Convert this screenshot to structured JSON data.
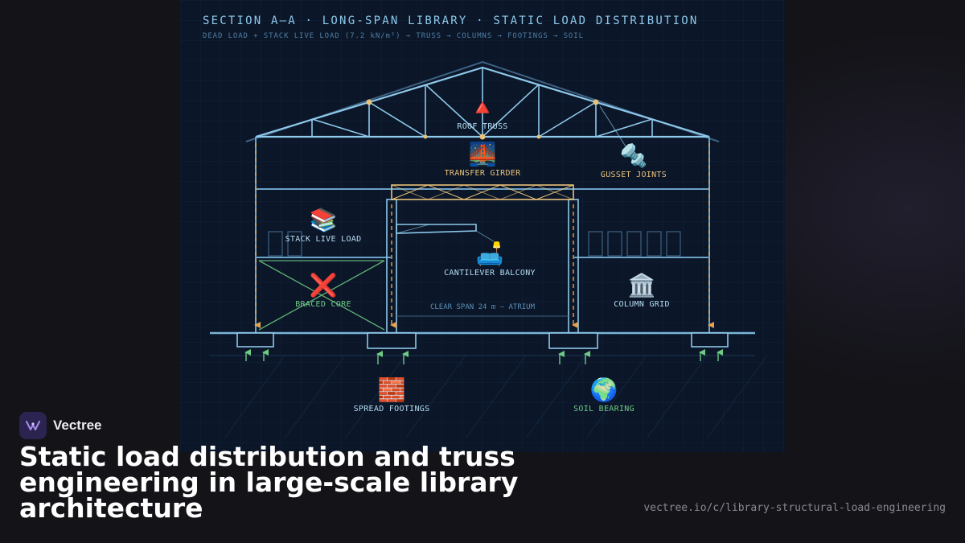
{
  "diagram": {
    "title": "SECTION A–A · LONG-SPAN LIBRARY · STATIC LOAD DISTRIBUTION",
    "subtitle": "DEAD LOAD + STACK LIVE LOAD (7.2 kN/m²) → TRUSS → COLUMNS → FOOTINGS → SOIL",
    "span_note": "CLEAR SPAN 24 m — ATRIUM",
    "nodes": [
      {
        "id": "roof_truss",
        "icon": "🔺",
        "icon_name": "triangle-icon",
        "label": "ROOF TRUSS",
        "color": "blue"
      },
      {
        "id": "transfer_girder",
        "icon": "🌉",
        "icon_name": "bridge-icon",
        "label": "TRANSFER GIRDER",
        "color": "gold"
      },
      {
        "id": "gusset_joints",
        "icon": "🔩",
        "icon_name": "bolt-icon",
        "label": "GUSSET JOINTS",
        "color": "gold"
      },
      {
        "id": "stack_live_load",
        "icon": "📚",
        "icon_name": "books-icon",
        "label": "STACK LIVE LOAD",
        "color": "blue"
      },
      {
        "id": "cantilever_balcony",
        "icon": "🛋️",
        "icon_name": "couch-icon",
        "label": "CANTILEVER BALCONY",
        "color": "blue"
      },
      {
        "id": "braced_core",
        "icon": "❌",
        "icon_name": "cross-icon",
        "label": "BRACED CORE",
        "color": "green"
      },
      {
        "id": "column_grid",
        "icon": "🏛️",
        "icon_name": "columns-icon",
        "label": "COLUMN GRID",
        "color": "blue"
      },
      {
        "id": "spread_footings",
        "icon": "🧱",
        "icon_name": "brick-icon",
        "label": "SPREAD FOOTINGS",
        "color": "blue"
      },
      {
        "id": "soil_bearing",
        "icon": "🌍",
        "icon_name": "globe-icon",
        "label": "SOIL BEARING",
        "color": "green"
      }
    ]
  },
  "caption": {
    "brand": "Vectree",
    "headline": "Static load distribution and truss engineering in large-scale library architecture",
    "url": "vectree.io/c/library-structural-load-engineering"
  },
  "colors": {
    "panel_bg": "#0b1628",
    "structure": "#8ec8ea",
    "load_arrow": "#e8a24a",
    "girder": "#e8c27a",
    "brace": "#5fae74",
    "reaction_arrow": "#6fca86"
  }
}
